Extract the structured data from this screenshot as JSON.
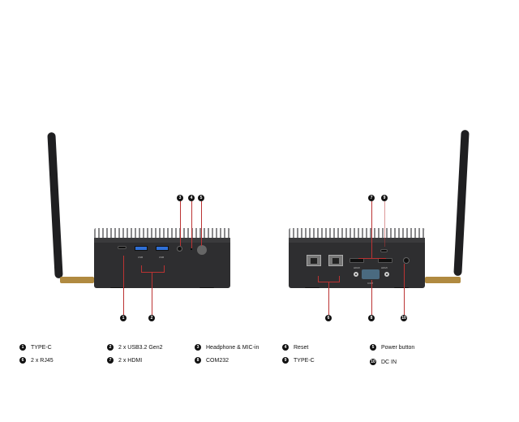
{
  "front_labels": {
    "usb1": "USB",
    "usb2": "USB"
  },
  "back_labels": {
    "hdmi1": "HDMI",
    "hdmi2": "HDMI",
    "com": "COM"
  },
  "callouts": [
    "1",
    "2",
    "3",
    "4",
    "5",
    "6",
    "7",
    "8",
    "9",
    "10"
  ],
  "legend": [
    {
      "num": "1",
      "text": "TYPE-C"
    },
    {
      "num": "2",
      "text": "2 x USB3.2 Gen2"
    },
    {
      "num": "3",
      "text": "Headphone & MIC-in"
    },
    {
      "num": "4",
      "text": "Reset"
    },
    {
      "num": "5",
      "text": "Power button"
    },
    {
      "num": "6",
      "text": "2 x RJ45"
    },
    {
      "num": "7",
      "text": "2 x HDMI"
    },
    {
      "num": "8",
      "text": "COM232"
    },
    {
      "num": "9",
      "text": "TYPE-C"
    },
    {
      "num": "10",
      "text": "DC IN"
    }
  ],
  "colors": {
    "callout_line": "#b33333",
    "usb": "#2f6fd6"
  }
}
